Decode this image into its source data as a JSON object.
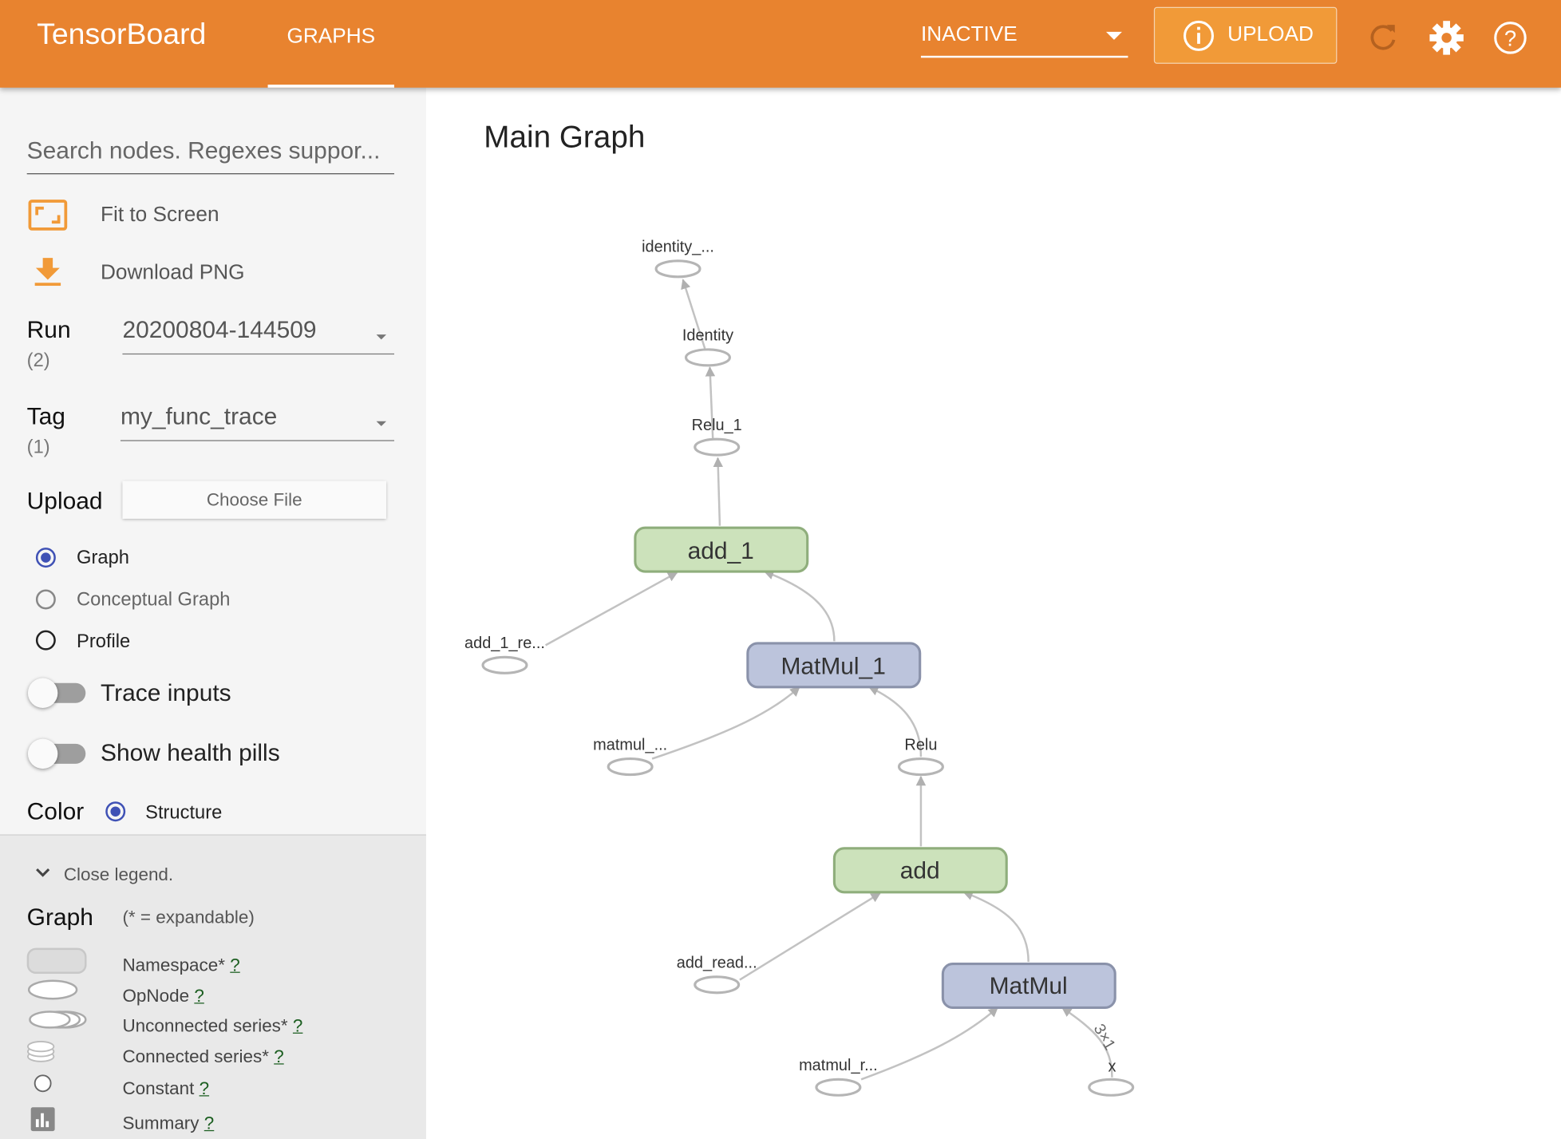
{
  "header": {
    "title": "TensorBoard",
    "tabs": [
      {
        "label": "GRAPHS",
        "active": true
      }
    ],
    "run_status": "INACTIVE",
    "upload_label": "UPLOAD",
    "accent": "#e8832f"
  },
  "sidebar": {
    "search_placeholder": "Search nodes. Regexes suppor...",
    "fit_to_screen": "Fit to Screen",
    "download_png": "Download PNG",
    "run": {
      "label": "Run",
      "count": "(2)",
      "value": "20200804-144509"
    },
    "tag": {
      "label": "Tag",
      "count": "(1)",
      "value": "my_func_trace"
    },
    "upload": {
      "label": "Upload",
      "button": "Choose File"
    },
    "graph_types": [
      {
        "label": "Graph",
        "selected": true
      },
      {
        "label": "Conceptual Graph",
        "selected": false
      },
      {
        "label": "Profile",
        "selected": false
      }
    ],
    "trace_inputs": {
      "label": "Trace inputs",
      "on": false
    },
    "health_pills": {
      "label": "Show health pills",
      "on": false
    },
    "color": {
      "label": "Color",
      "option": "Structure"
    }
  },
  "legend": {
    "close": "Close legend.",
    "title": "Graph",
    "note": "(* = expandable)",
    "items": [
      {
        "label": "Namespace*",
        "q": "?"
      },
      {
        "label": "OpNode",
        "q": "?"
      },
      {
        "label": "Unconnected series*",
        "q": "?"
      },
      {
        "label": "Connected series*",
        "q": "?"
      },
      {
        "label": "Constant",
        "q": "?"
      },
      {
        "label": "Summary",
        "q": "?"
      }
    ]
  },
  "graph": {
    "title": "Main Graph",
    "ops": [
      "identity_...",
      "Identity",
      "Relu_1",
      "add_1_re...",
      "matmul_...",
      "Relu",
      "add_read...",
      "matmul_r...",
      "x"
    ],
    "blocks": [
      "add_1",
      "MatMul_1",
      "add",
      "MatMul"
    ],
    "edge_label": "3×1"
  }
}
